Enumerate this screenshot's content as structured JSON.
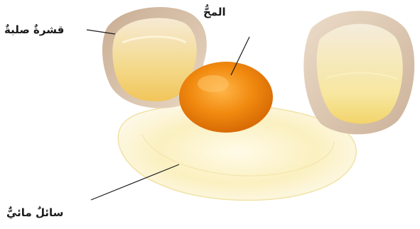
{
  "labels": {
    "shell": "قشرةٌ صلبةٌ",
    "yolk": "المحُّ",
    "white": "سائلٌ مائيٌّ"
  },
  "colors": {
    "background": "#ffffff",
    "shell_outer": "#d8c4b0",
    "shell_inner": "#f3e6c8",
    "yolk": "#f08a10",
    "albumen": "#fbf3c4",
    "pointer": "#1a1a1a"
  }
}
